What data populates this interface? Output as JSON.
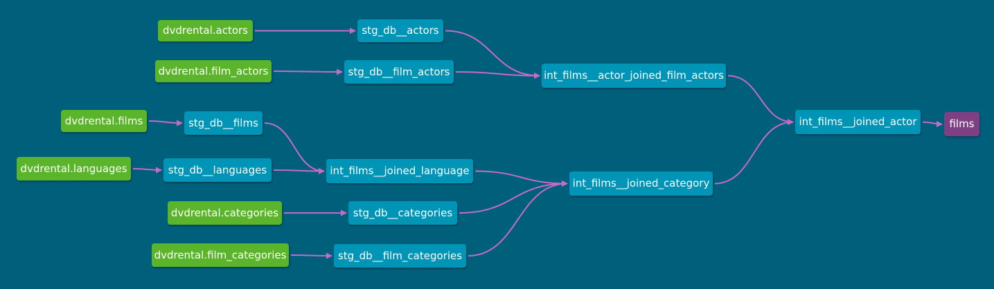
{
  "colors": {
    "background": "#005f7b",
    "source": "#5ab52b",
    "model": "#0095b6",
    "exposure": "#7e3f83",
    "edge": "#c76bc9"
  },
  "nodes": {
    "src_actors": "dvdrental.actors",
    "src_film_actors": "dvdrental.film_actors",
    "src_films": "dvdrental.films",
    "src_languages": "dvdrental.languages",
    "src_categories": "dvdrental.categories",
    "src_film_categories": "dvdrental.film_categories",
    "stg_actors": "stg_db__actors",
    "stg_film_actors": "stg_db__film_actors",
    "stg_films": "stg_db__films",
    "stg_languages": "stg_db__languages",
    "stg_categories": "stg_db__categories",
    "stg_film_categories": "stg_db__film_categories",
    "int_actor_joined_film_actors": "int_films__actor_joined_film_actors",
    "int_joined_language": "int_films__joined_language",
    "int_joined_category": "int_films__joined_category",
    "int_joined_actor": "int_films__joined_actor",
    "films": "films"
  },
  "edges": [
    [
      "src_actors",
      "stg_actors"
    ],
    [
      "src_film_actors",
      "stg_film_actors"
    ],
    [
      "src_films",
      "stg_films"
    ],
    [
      "src_languages",
      "stg_languages"
    ],
    [
      "src_categories",
      "stg_categories"
    ],
    [
      "src_film_categories",
      "stg_film_categories"
    ],
    [
      "stg_actors",
      "int_actor_joined_film_actors"
    ],
    [
      "stg_film_actors",
      "int_actor_joined_film_actors"
    ],
    [
      "stg_films",
      "int_joined_language"
    ],
    [
      "stg_languages",
      "int_joined_language"
    ],
    [
      "int_joined_language",
      "int_joined_category"
    ],
    [
      "stg_categories",
      "int_joined_category"
    ],
    [
      "stg_film_categories",
      "int_joined_category"
    ],
    [
      "int_actor_joined_film_actors",
      "int_joined_actor"
    ],
    [
      "int_joined_category",
      "int_joined_actor"
    ],
    [
      "int_joined_actor",
      "films"
    ]
  ]
}
